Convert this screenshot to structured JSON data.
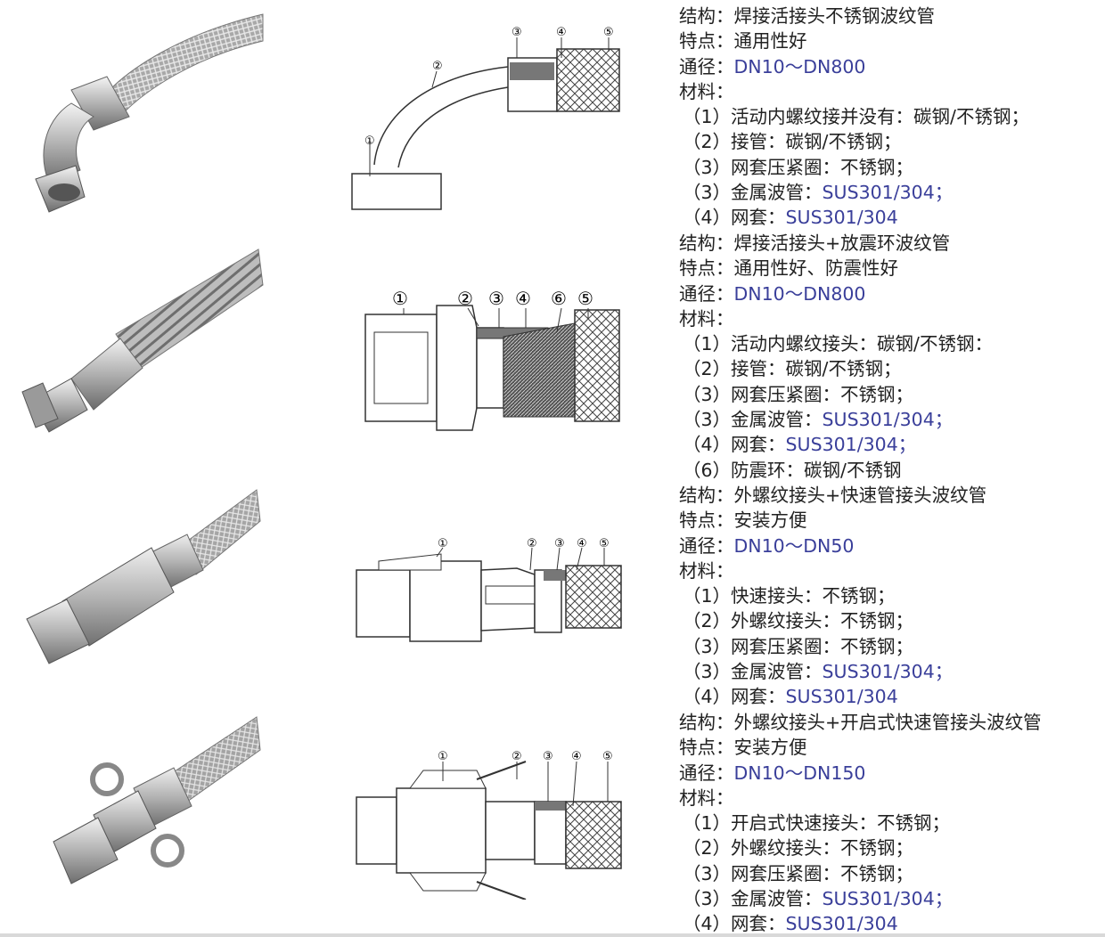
{
  "products": [
    {
      "structure_label": "结构：",
      "structure": "焊接活接头不锈钢波纹管",
      "feature_label": "特点：",
      "feature": "通用性好",
      "diameter_label": "通径：",
      "diameter": "DN10～DN800",
      "materials_label": "材料：",
      "callouts": [
        "①",
        "②",
        "③",
        "④",
        "⑤"
      ],
      "materials": [
        {
          "num": "（1）",
          "name": "活动内螺纹接并没有：",
          "value": "碳钢/不锈钢；"
        },
        {
          "num": "（2）",
          "name": "接管：",
          "value": "碳钢/不锈钢；"
        },
        {
          "num": "（3）",
          "name": "网套压紧圈：",
          "value": "不锈钢；"
        },
        {
          "num": "（3）",
          "name": "金属波管：",
          "value": "SUS301/304；"
        },
        {
          "num": "（4）",
          "name": "网套：",
          "value": "SUS301/304"
        }
      ]
    },
    {
      "structure_label": "结构：",
      "structure": "焊接活接头+放震环波纹管",
      "feature_label": "特点：",
      "feature": "通用性好、防震性好",
      "diameter_label": "通径：",
      "diameter": "DN10～DN800",
      "materials_label": "材料：",
      "callouts": [
        "①",
        "②",
        "③",
        "④",
        "⑥",
        "⑤"
      ],
      "materials": [
        {
          "num": "（1）",
          "name": "活动内螺纹接头：",
          "value": "碳钢/不锈钢："
        },
        {
          "num": "（2）",
          "name": "接管：",
          "value": "碳钢/不锈钢；"
        },
        {
          "num": "（3）",
          "name": "网套压紧圈：",
          "value": "不锈钢；"
        },
        {
          "num": "（3）",
          "name": "金属波管：",
          "value": "SUS301/304；"
        },
        {
          "num": "（4）",
          "name": "网套：",
          "value": "SUS301/304；"
        },
        {
          "num": "（6）",
          "name": "防震环：",
          "value": "碳钢/不锈钢"
        }
      ]
    },
    {
      "structure_label": "结构：",
      "structure": "外螺纹接头+快速管接头波纹管",
      "feature_label": "特点：",
      "feature": "安装方便",
      "diameter_label": "通径：",
      "diameter": "DN10～DN50",
      "materials_label": "材料：",
      "callouts": [
        "①",
        "②",
        "③",
        "④",
        "⑤"
      ],
      "materials": [
        {
          "num": "（1）",
          "name": "快速接头：",
          "value": "不锈钢；"
        },
        {
          "num": "（2）",
          "name": "外螺纹接头：",
          "value": "不锈钢；"
        },
        {
          "num": "（3）",
          "name": "网套压紧圈：",
          "value": "不锈钢；"
        },
        {
          "num": "（3）",
          "name": "金属波管：",
          "value": "SUS301/304；"
        },
        {
          "num": "（4）",
          "name": "网套：",
          "value": "SUS301/304"
        }
      ]
    },
    {
      "structure_label": "结构：",
      "structure": "外螺纹接头+开启式快速管接头波纹管",
      "feature_label": "特点：",
      "feature": "安装方便",
      "diameter_label": "通径：",
      "diameter": "DN10～DN150",
      "materials_label": "材料：",
      "callouts": [
        "①",
        "②",
        "③",
        "④",
        "⑤"
      ],
      "materials": [
        {
          "num": "（1）",
          "name": "开启式快速接头：",
          "value": "不锈钢；"
        },
        {
          "num": "（2）",
          "name": "外螺纹接头：",
          "value": "不锈钢；"
        },
        {
          "num": "（3）",
          "name": "网套压紧圈：",
          "value": "不锈钢；"
        },
        {
          "num": "（3）",
          "name": "金属波管：",
          "value": "SUS301/304；"
        },
        {
          "num": "（4）",
          "name": "网套：",
          "value": "SUS301/304"
        }
      ]
    }
  ]
}
